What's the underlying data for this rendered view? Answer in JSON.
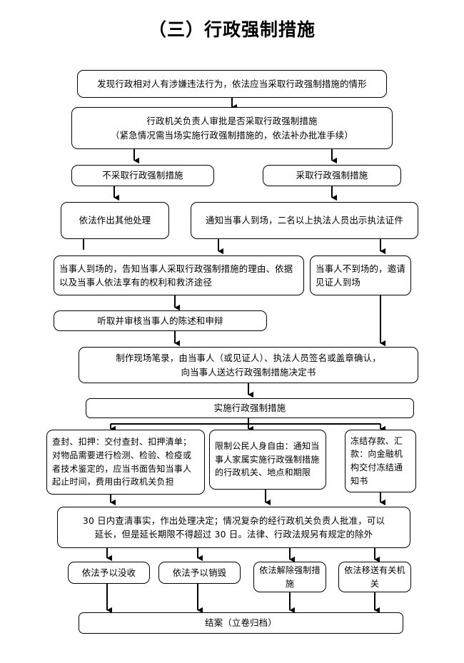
{
  "title": "（三）行政强制措施",
  "nodes": {
    "n1": "发现行政相对人有涉嫌违法行为，依法应当采取行政强制措施的情形",
    "n2_line1": "行政机关负责人审批是否采取行政强制措施",
    "n2_line2": "（紧急情况需当场实施行政强制措施的，依法补办批准手续）",
    "n3_left": "不采取行政强制措施",
    "n3_right": "采取行政强制措施",
    "n4_left": "依法作出其他处理",
    "n4_right": "通知当事人到场，二名以上执法人员出示执法证件",
    "n5_left": "当事人到场的，告知当事人采取行政强制措施的理由、依据以及当事人依法享有的权利和救济途径",
    "n5_right": "当事人不到场的，邀请见证人到场",
    "n6": "听取并审核当事人的陈述和申辩",
    "n7_line1": "制作现场笔录，由当事人（或见证人）、执法人员签名或盖章确认，",
    "n7_line2": "向当事人送达行政强制措施决定书",
    "n8": "实施行政强制措施",
    "n9_a": "查封、扣押：交付查封、扣押清单；对物品需要进行检测、检验、检疫或者技术鉴定的，应当书面告知当事人起止时间，费用由行政机关负担",
    "n9_b": "限制公民人身自由：通知当事人家属实施行政强制措施的行政机关、地点和期限",
    "n9_c": "冻结存款、汇款：向金融机构交付冻结通知书",
    "n10_line1": "30 日内查清事实，作出处理决定；情况复杂的经行政机关负责人批准，可以",
    "n10_line2": "延长，但是延长期限不得超过 30 日。法律、行政法规另有规定的除外",
    "n11_a": "依法予以没收",
    "n11_b": "依法予以销毁",
    "n11_c": "依法解除强制措施",
    "n11_d": "依法移送有关机关",
    "n12": "结案（立卷归档）"
  },
  "colors": {
    "line": "#000000",
    "box_border": "#000000",
    "background": "#ffffff",
    "text": "#000000"
  }
}
